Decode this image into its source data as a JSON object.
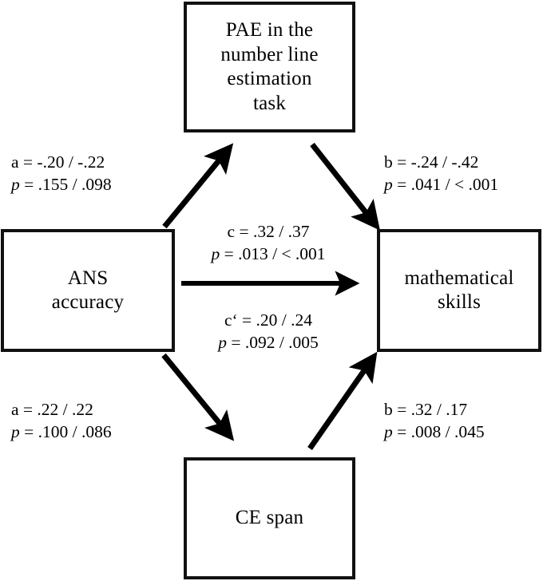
{
  "figure": {
    "type": "path-diagram",
    "description": "Mediation path model with two parallel mediators",
    "background_color": "#ffffff",
    "line_color": "#000000"
  },
  "nodes": {
    "pae": {
      "id": "pae",
      "label": "PAE in the\nnumber line\nestimation\ntask"
    },
    "ans": {
      "id": "ans",
      "label": "ANS\naccuracy"
    },
    "math": {
      "id": "math",
      "label": "mathematical\nskills"
    },
    "ce": {
      "id": "ce",
      "label": "CE span"
    }
  },
  "edges": [
    {
      "id": "a-top",
      "from": "ans",
      "to": "pae",
      "coefficient_label": "a = -.20 / -.22",
      "p_symbol": "p",
      "p_text": " = .155 / .098"
    },
    {
      "id": "b-top",
      "from": "pae",
      "to": "math",
      "coefficient_label": "b = -.24 / -.42",
      "p_symbol": "p",
      "p_text": " = .041 / < .001"
    },
    {
      "id": "c-total",
      "from": "ans",
      "to": "math",
      "coefficient_label": "c = .32 / .37",
      "p_symbol": "p",
      "p_text": " = .013 / < .001"
    },
    {
      "id": "c-prime-direct",
      "from": "ans",
      "to": "math",
      "coefficient_label": "c‘ = .20 / .24",
      "p_symbol": "p",
      "p_text": " = .092 / .005"
    },
    {
      "id": "a-bottom",
      "from": "ans",
      "to": "ce",
      "coefficient_label": "a = .22 / .22",
      "p_symbol": "p",
      "p_text": " = .100 / .086"
    },
    {
      "id": "b-bottom",
      "from": "ce",
      "to": "math",
      "coefficient_label": "b = .32 / .17",
      "p_symbol": "p",
      "p_text": " = .008 / .045"
    }
  ]
}
